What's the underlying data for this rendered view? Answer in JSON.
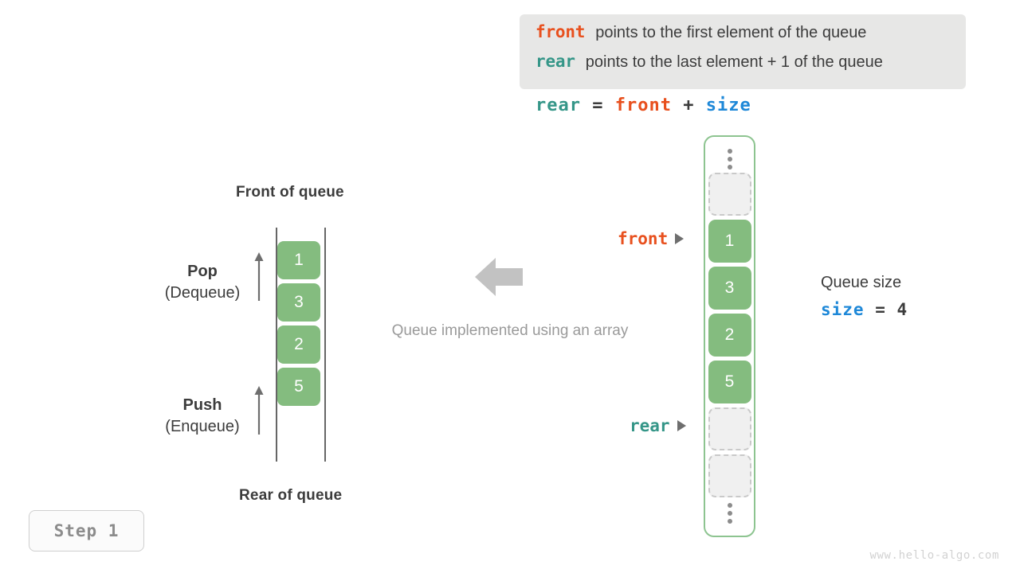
{
  "legend": {
    "lines": [
      {
        "keyword": "front",
        "color": "#e8501e",
        "text": "points to the first element of the queue"
      },
      {
        "keyword": "rear",
        "color": "#359688",
        "text": "points to the last element + 1 of the queue"
      }
    ]
  },
  "formula": {
    "lhs": "rear",
    "eq": " = ",
    "op1": "front",
    "plus": " + ",
    "op2": "size"
  },
  "left_queue": {
    "front_label": "Front of queue",
    "rear_label": "Rear of queue",
    "cells": [
      "1",
      "3",
      "2",
      "5"
    ],
    "pop": {
      "title": "Pop",
      "subtitle": "(Dequeue)"
    },
    "push": {
      "title": "Push",
      "subtitle": "(Enqueue)"
    }
  },
  "center": {
    "caption": "Queue implemented using an array",
    "arrow_direction": "left"
  },
  "array": {
    "top_ellipsis": "⋮",
    "bottom_ellipsis": "⋮",
    "cells": [
      {
        "value": "",
        "state": "empty"
      },
      {
        "value": "1",
        "state": "filled"
      },
      {
        "value": "3",
        "state": "filled"
      },
      {
        "value": "2",
        "state": "filled"
      },
      {
        "value": "5",
        "state": "filled"
      },
      {
        "value": "",
        "state": "empty"
      },
      {
        "value": "",
        "state": "empty"
      }
    ],
    "pointers": {
      "front": "front",
      "rear": "rear"
    }
  },
  "queue_size": {
    "title": "Queue size",
    "var": "size",
    "equals": " = ",
    "value": "4"
  },
  "step_badge": "Step 1",
  "watermark": "www.hello-algo.com",
  "colors": {
    "front": "#e8501e",
    "rear": "#359688",
    "size": "#1e88d8",
    "cell_fill": "#84bc7f",
    "array_border": "#8dc490",
    "muted": "#9a9a9a"
  }
}
